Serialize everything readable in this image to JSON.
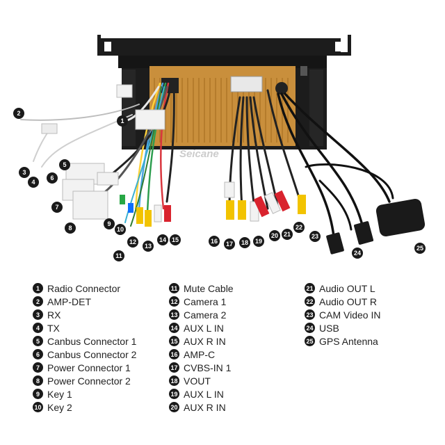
{
  "brand_watermark": "Seicane",
  "colors": {
    "badge": "#1a1a1a",
    "board": "#c98f3c",
    "frame": "#1c1c1c"
  },
  "legend": [
    {
      "num": "1",
      "label": "Radio Connector"
    },
    {
      "num": "2",
      "label": "AMP-DET"
    },
    {
      "num": "3",
      "label": "RX"
    },
    {
      "num": "4",
      "label": "TX"
    },
    {
      "num": "5",
      "label": "Canbus Connector 1"
    },
    {
      "num": "6",
      "label": "Canbus Connector 2"
    },
    {
      "num": "7",
      "label": "Power Connector 1"
    },
    {
      "num": "8",
      "label": "Power Connector 2"
    },
    {
      "num": "9",
      "label": "Key 1"
    },
    {
      "num": "10",
      "label": "Key 2"
    },
    {
      "num": "11",
      "label": "Mute Cable"
    },
    {
      "num": "12",
      "label": "Camera 1"
    },
    {
      "num": "13",
      "label": "Camera 2"
    },
    {
      "num": "14",
      "label": "AUX L IN"
    },
    {
      "num": "15",
      "label": "AUX R IN"
    },
    {
      "num": "16",
      "label": "AMP-C"
    },
    {
      "num": "17",
      "label": "CVBS-IN 1"
    },
    {
      "num": "18",
      "label": "VOUT"
    },
    {
      "num": "19",
      "label": "AUX L IN"
    },
    {
      "num": "20",
      "label": "AUX R IN"
    },
    {
      "num": "21",
      "label": "Audio OUT L"
    },
    {
      "num": "22",
      "label": "Audio OUT R"
    },
    {
      "num": "23",
      "label": "CAM Video IN"
    },
    {
      "num": "24",
      "label": "USB"
    },
    {
      "num": "25",
      "label": "GPS Antenna"
    }
  ]
}
